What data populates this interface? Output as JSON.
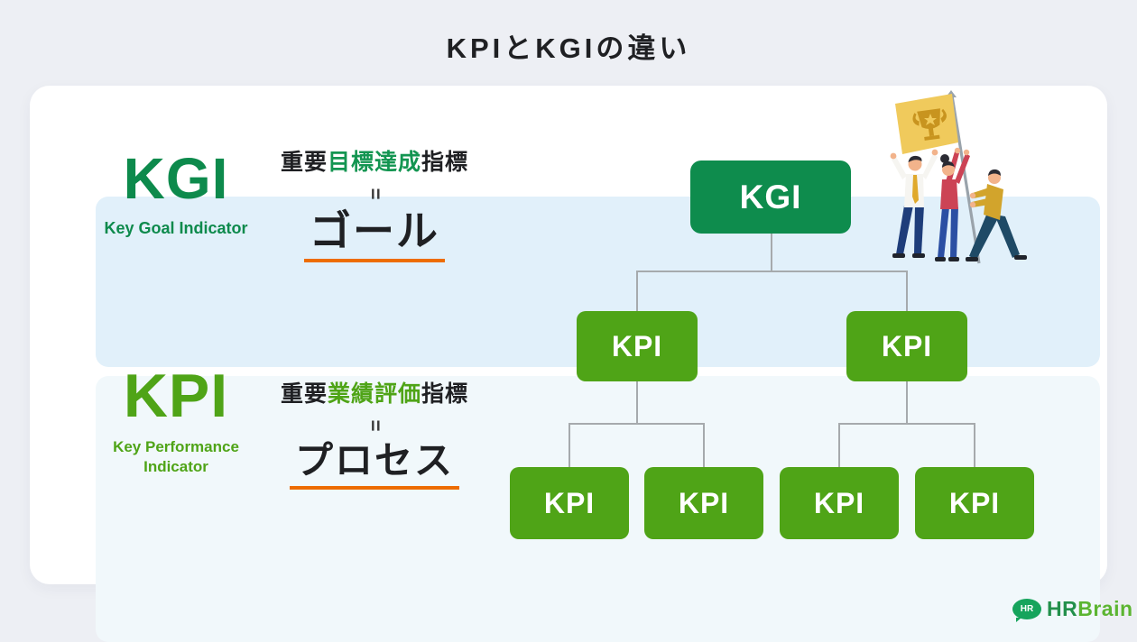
{
  "title": "KPIとKGIの違い",
  "sections": {
    "kgi": {
      "acronym": "KGI",
      "full_name": "Key Goal Indicator",
      "definition_prefix": "重要",
      "definition_highlight": "目標達成",
      "definition_suffix": "指標",
      "equals": "=",
      "meaning": "ゴール"
    },
    "kpi": {
      "acronym": "KPI",
      "full_name_line1": "Key Performance",
      "full_name_line2": "Indicator",
      "definition_prefix": "重要",
      "definition_highlight": "業績評価",
      "definition_suffix": "指標",
      "equals": "=",
      "meaning": "プロセス"
    }
  },
  "tree": {
    "root_label": "KGI",
    "mid_labels": [
      "KPI",
      "KPI"
    ],
    "leaf_labels": [
      "KPI",
      "KPI",
      "KPI",
      "KPI"
    ]
  },
  "logo": {
    "bubble_text": "HR",
    "brand_part1": "HR",
    "brand_part2": "Brain"
  },
  "colors": {
    "kgi_green": "#0d8a4c",
    "kpi_green": "#4fa417",
    "accent_orange": "#ed6c00",
    "panel_blue": "#e1f0fa",
    "panel_light": "#f1f8fb",
    "connector_gray": "#a6aaad",
    "flag_gold": "#f0ca5c",
    "trophy_gold": "#c8941f"
  }
}
